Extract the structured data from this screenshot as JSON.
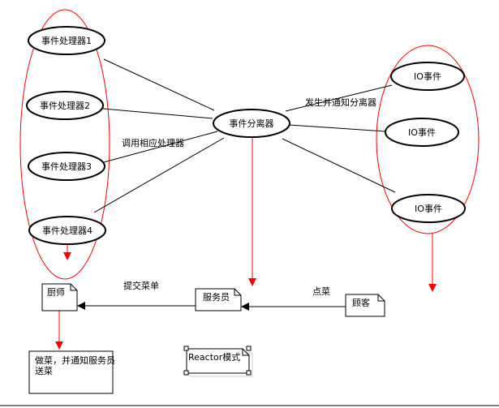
{
  "handlers": [
    "事件处理器1",
    "事件处理器2",
    "事件处理器3",
    "事件处理器4"
  ],
  "dispatcher": "事件分离器",
  "io_events": [
    "IO事件",
    "IO事件",
    "IO事件"
  ],
  "labels": {
    "notify": "发生并通知分离器",
    "invoke": "调用相应处理器",
    "submit": "提交菜单",
    "order": "点菜"
  },
  "notes": {
    "chef": "厨师",
    "waiter": "服务员",
    "customer": "顾客",
    "cook_line1": "做菜，并通知服务员",
    "cook_line2": "送菜",
    "title": "Reactor模式"
  },
  "colors": {
    "group": "#ff0000",
    "flow": "#ff0000",
    "line": "#000000"
  }
}
